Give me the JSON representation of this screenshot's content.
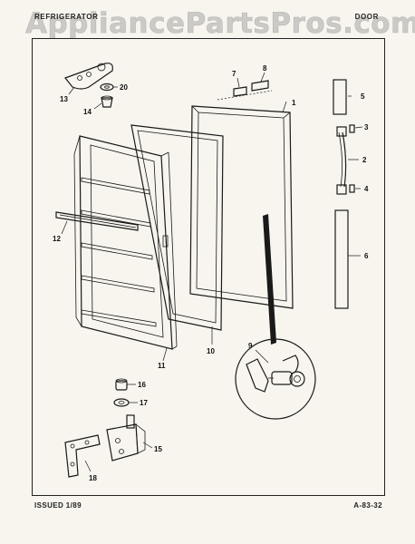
{
  "header": {
    "left": "REFRIGERATOR",
    "center": "",
    "right": "DOOR"
  },
  "watermark": "AppliancePartsPros.com",
  "footer": {
    "issued": "ISSUED 1/89",
    "page_ref": "A-83-32"
  },
  "callouts": [
    "1",
    "2",
    "3",
    "4",
    "5",
    "6",
    "7",
    "8",
    "9",
    "10",
    "11",
    "12",
    "13",
    "14",
    "15",
    "16",
    "17",
    "18",
    "20"
  ]
}
